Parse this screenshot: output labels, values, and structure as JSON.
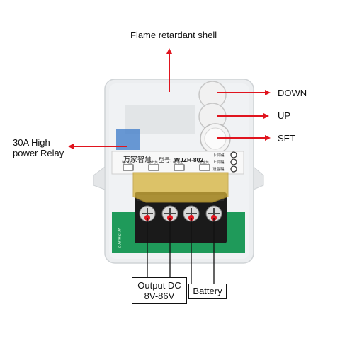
{
  "callouts": {
    "shell": "Flame retardant shell",
    "down": "DOWN",
    "up": "UP",
    "set": "SET",
    "relay_line1": "30A High",
    "relay_line2": "power Relay",
    "output_line1": "Output DC",
    "output_line2": "8V-86V",
    "battery": "Battery"
  },
  "device": {
    "brand": "万家智慧",
    "model_prefix": "型号:",
    "model": "WJZH-802",
    "side_print": "WJZH-802",
    "key_labels": [
      "下调键",
      "上调键",
      "设置键"
    ],
    "indicator_labels": [
      "输出正",
      "输出负",
      "电池正",
      "电池负"
    ]
  },
  "colors": {
    "arrow": "#e0141e",
    "terminal_block": "#1a1a1a",
    "relay": "#3a78c8",
    "pcb": "#1f9a5a",
    "cover": "#d6b23a",
    "shell": "#eceef0"
  }
}
